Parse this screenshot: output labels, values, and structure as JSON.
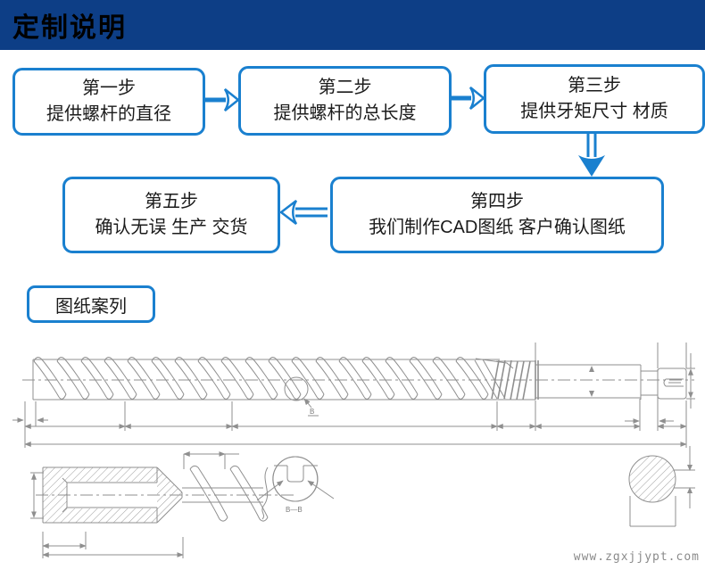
{
  "header": {
    "title": "定制说明",
    "bg_color": "#0d3e86"
  },
  "flowchart": {
    "accent_color": "#1a80cf",
    "steps": [
      {
        "title": "第一步",
        "desc": "提供螺杆的直径"
      },
      {
        "title": "第二步",
        "desc": "提供螺杆的总长度"
      },
      {
        "title": "第三步",
        "desc": "提供牙矩尺寸 材质"
      },
      {
        "title": "第四步",
        "desc": "我们制作CAD图纸 客户确认图纸"
      },
      {
        "title": "第五步",
        "desc": "确认无误 生产 交货"
      }
    ],
    "arrows": [
      "right",
      "right",
      "down",
      "left"
    ]
  },
  "drawing": {
    "section_label": "图纸案列",
    "detail_mark": "B",
    "section_view_label": "B—B",
    "line_color": "#8f8f8f",
    "content": "螺杆工程图：带螺旋牙的螺杆主视图、尺寸标注、料头剖面细节、B—B键槽断面、轴端断面"
  },
  "watermark": {
    "text": "www.zgxjjypt.com"
  }
}
